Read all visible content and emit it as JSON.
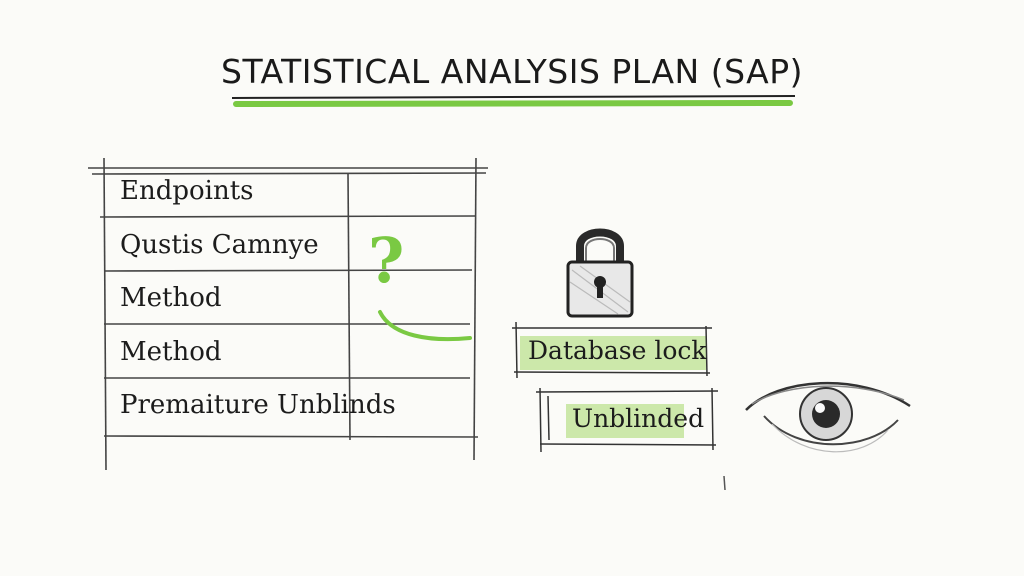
{
  "title": "STATISTICAL ANALYSIS PLAN (SAP)",
  "table": {
    "rows": [
      "Endpoints",
      "Qustis Camnye",
      "Method",
      "Method",
      "Premaiture Unblinds"
    ]
  },
  "question_mark": "?",
  "boxes": {
    "database_lock": "Database lock",
    "unblinded": "Unblinded"
  },
  "colors": {
    "accent_green": "#7ac943",
    "ink": "#1e1e1e"
  },
  "icons": [
    "padlock-icon",
    "eye-icon",
    "question-mark"
  ]
}
